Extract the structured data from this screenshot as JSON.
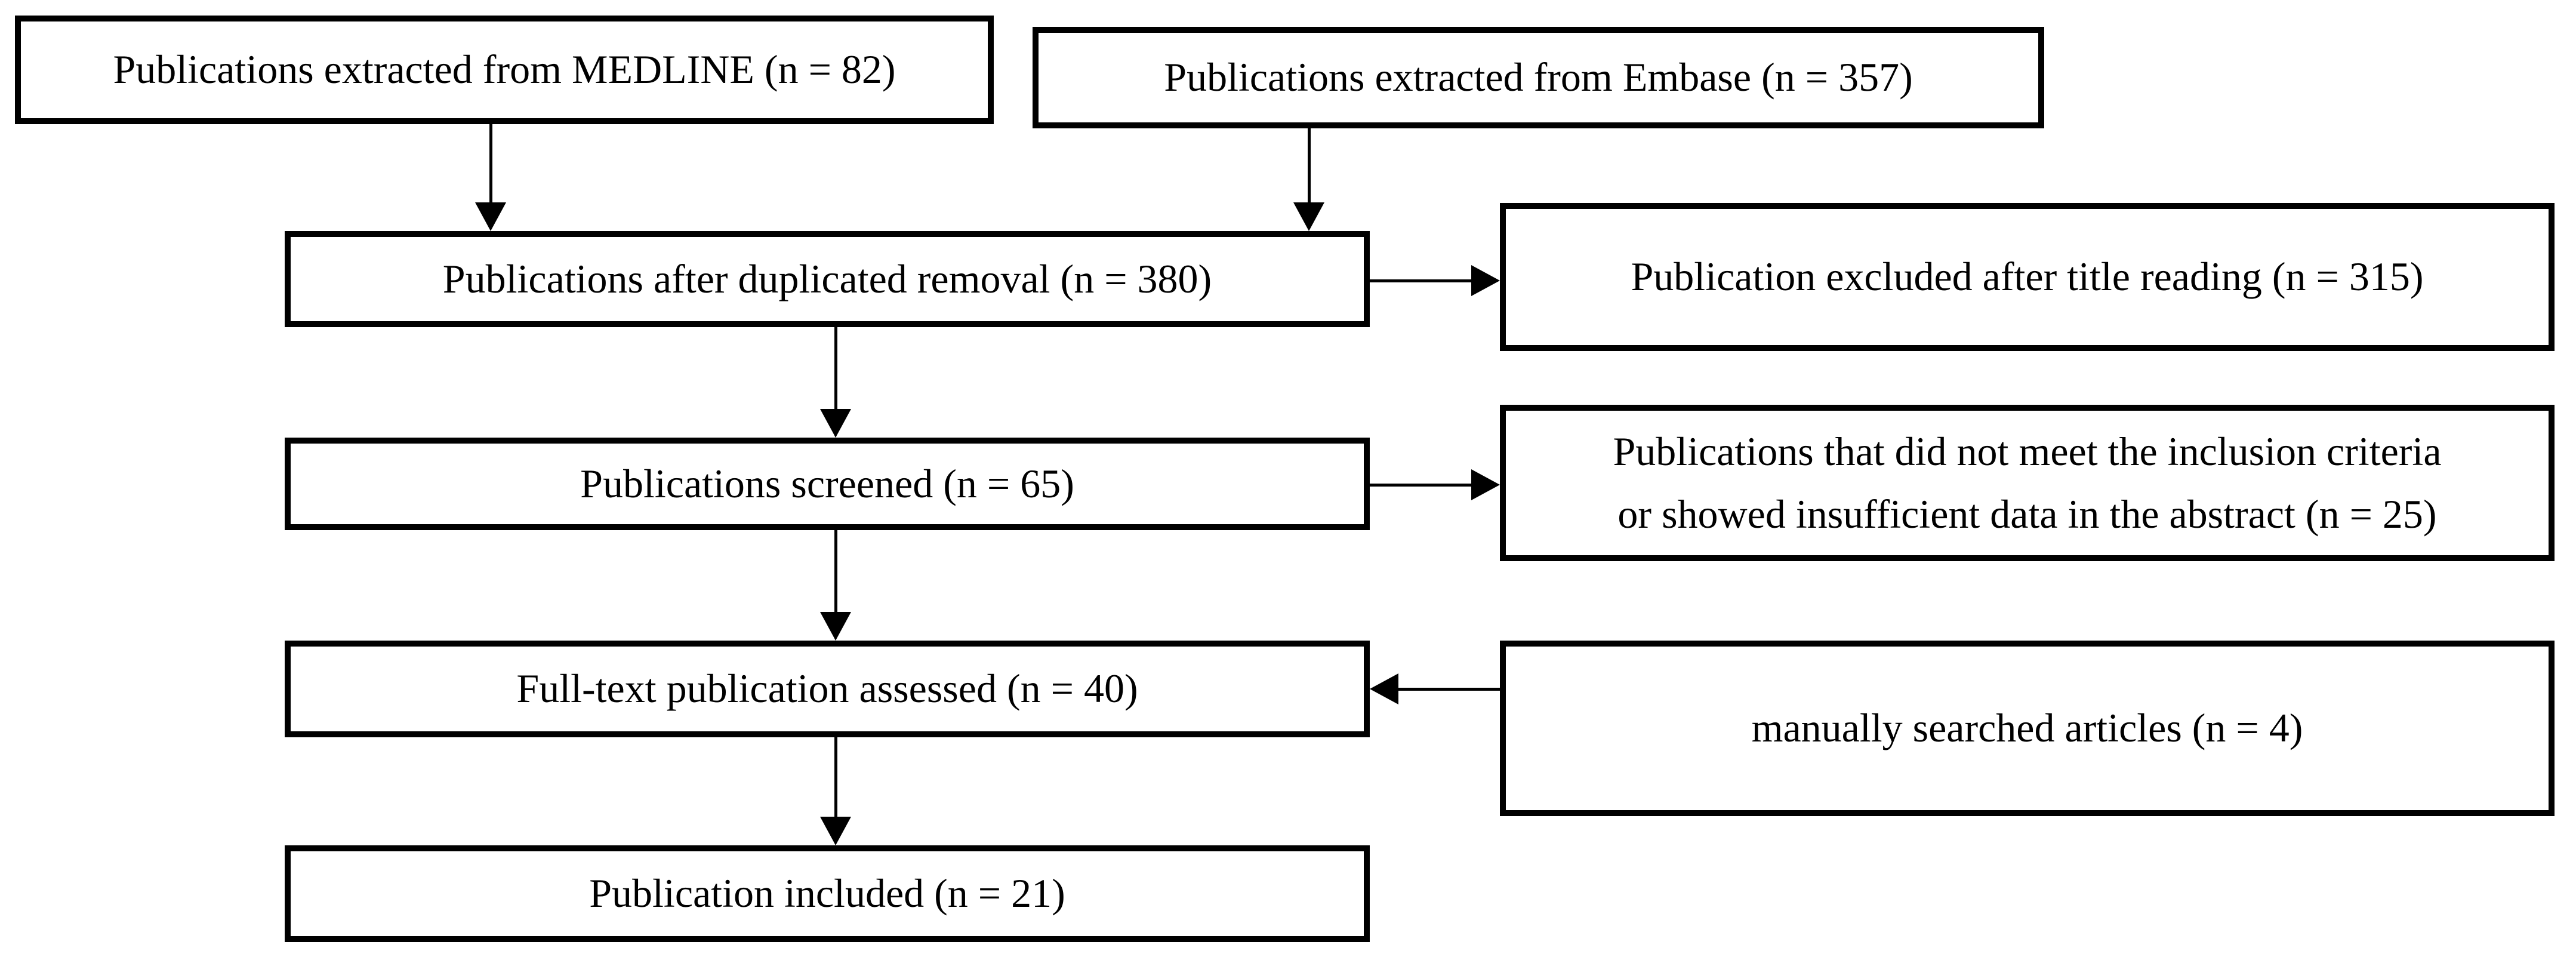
{
  "flowchart": {
    "background": "#ffffff",
    "box_fill": "#ffffff",
    "box_border_color": "#000000",
    "text_color": "#000000",
    "arrow_color": "#000000",
    "boxes": [
      {
        "id": "medline",
        "label": "Publications extracted from MEDLINE (n = 82)"
      },
      {
        "id": "embase",
        "label": "Publications extracted from Embase (n = 357)"
      },
      {
        "id": "dedup",
        "label": "Publications after duplicated removal (n = 380)"
      },
      {
        "id": "excluded-title",
        "label": "Publication excluded after title reading (n = 315)"
      },
      {
        "id": "screened",
        "label": "Publications screened (n = 65)"
      },
      {
        "id": "excluded-abstract",
        "label": "Publications that did not meet the inclusion criteria\nor showed insufficient data in the abstract (n = 25)"
      },
      {
        "id": "fulltext",
        "label": "Full-text publication assessed (n = 40)"
      },
      {
        "id": "manual",
        "label": "manually searched articles (n = 4)"
      },
      {
        "id": "included",
        "label": "Publication included (n = 21)"
      }
    ],
    "edges": [
      {
        "from": "medline",
        "to": "dedup",
        "direction": "down"
      },
      {
        "from": "embase",
        "to": "dedup",
        "direction": "down"
      },
      {
        "from": "dedup",
        "to": "excluded-title",
        "direction": "right"
      },
      {
        "from": "dedup",
        "to": "screened",
        "direction": "down"
      },
      {
        "from": "screened",
        "to": "excluded-abstract",
        "direction": "right"
      },
      {
        "from": "screened",
        "to": "fulltext",
        "direction": "down"
      },
      {
        "from": "manual",
        "to": "fulltext",
        "direction": "left"
      },
      {
        "from": "fulltext",
        "to": "included",
        "direction": "down"
      }
    ]
  }
}
